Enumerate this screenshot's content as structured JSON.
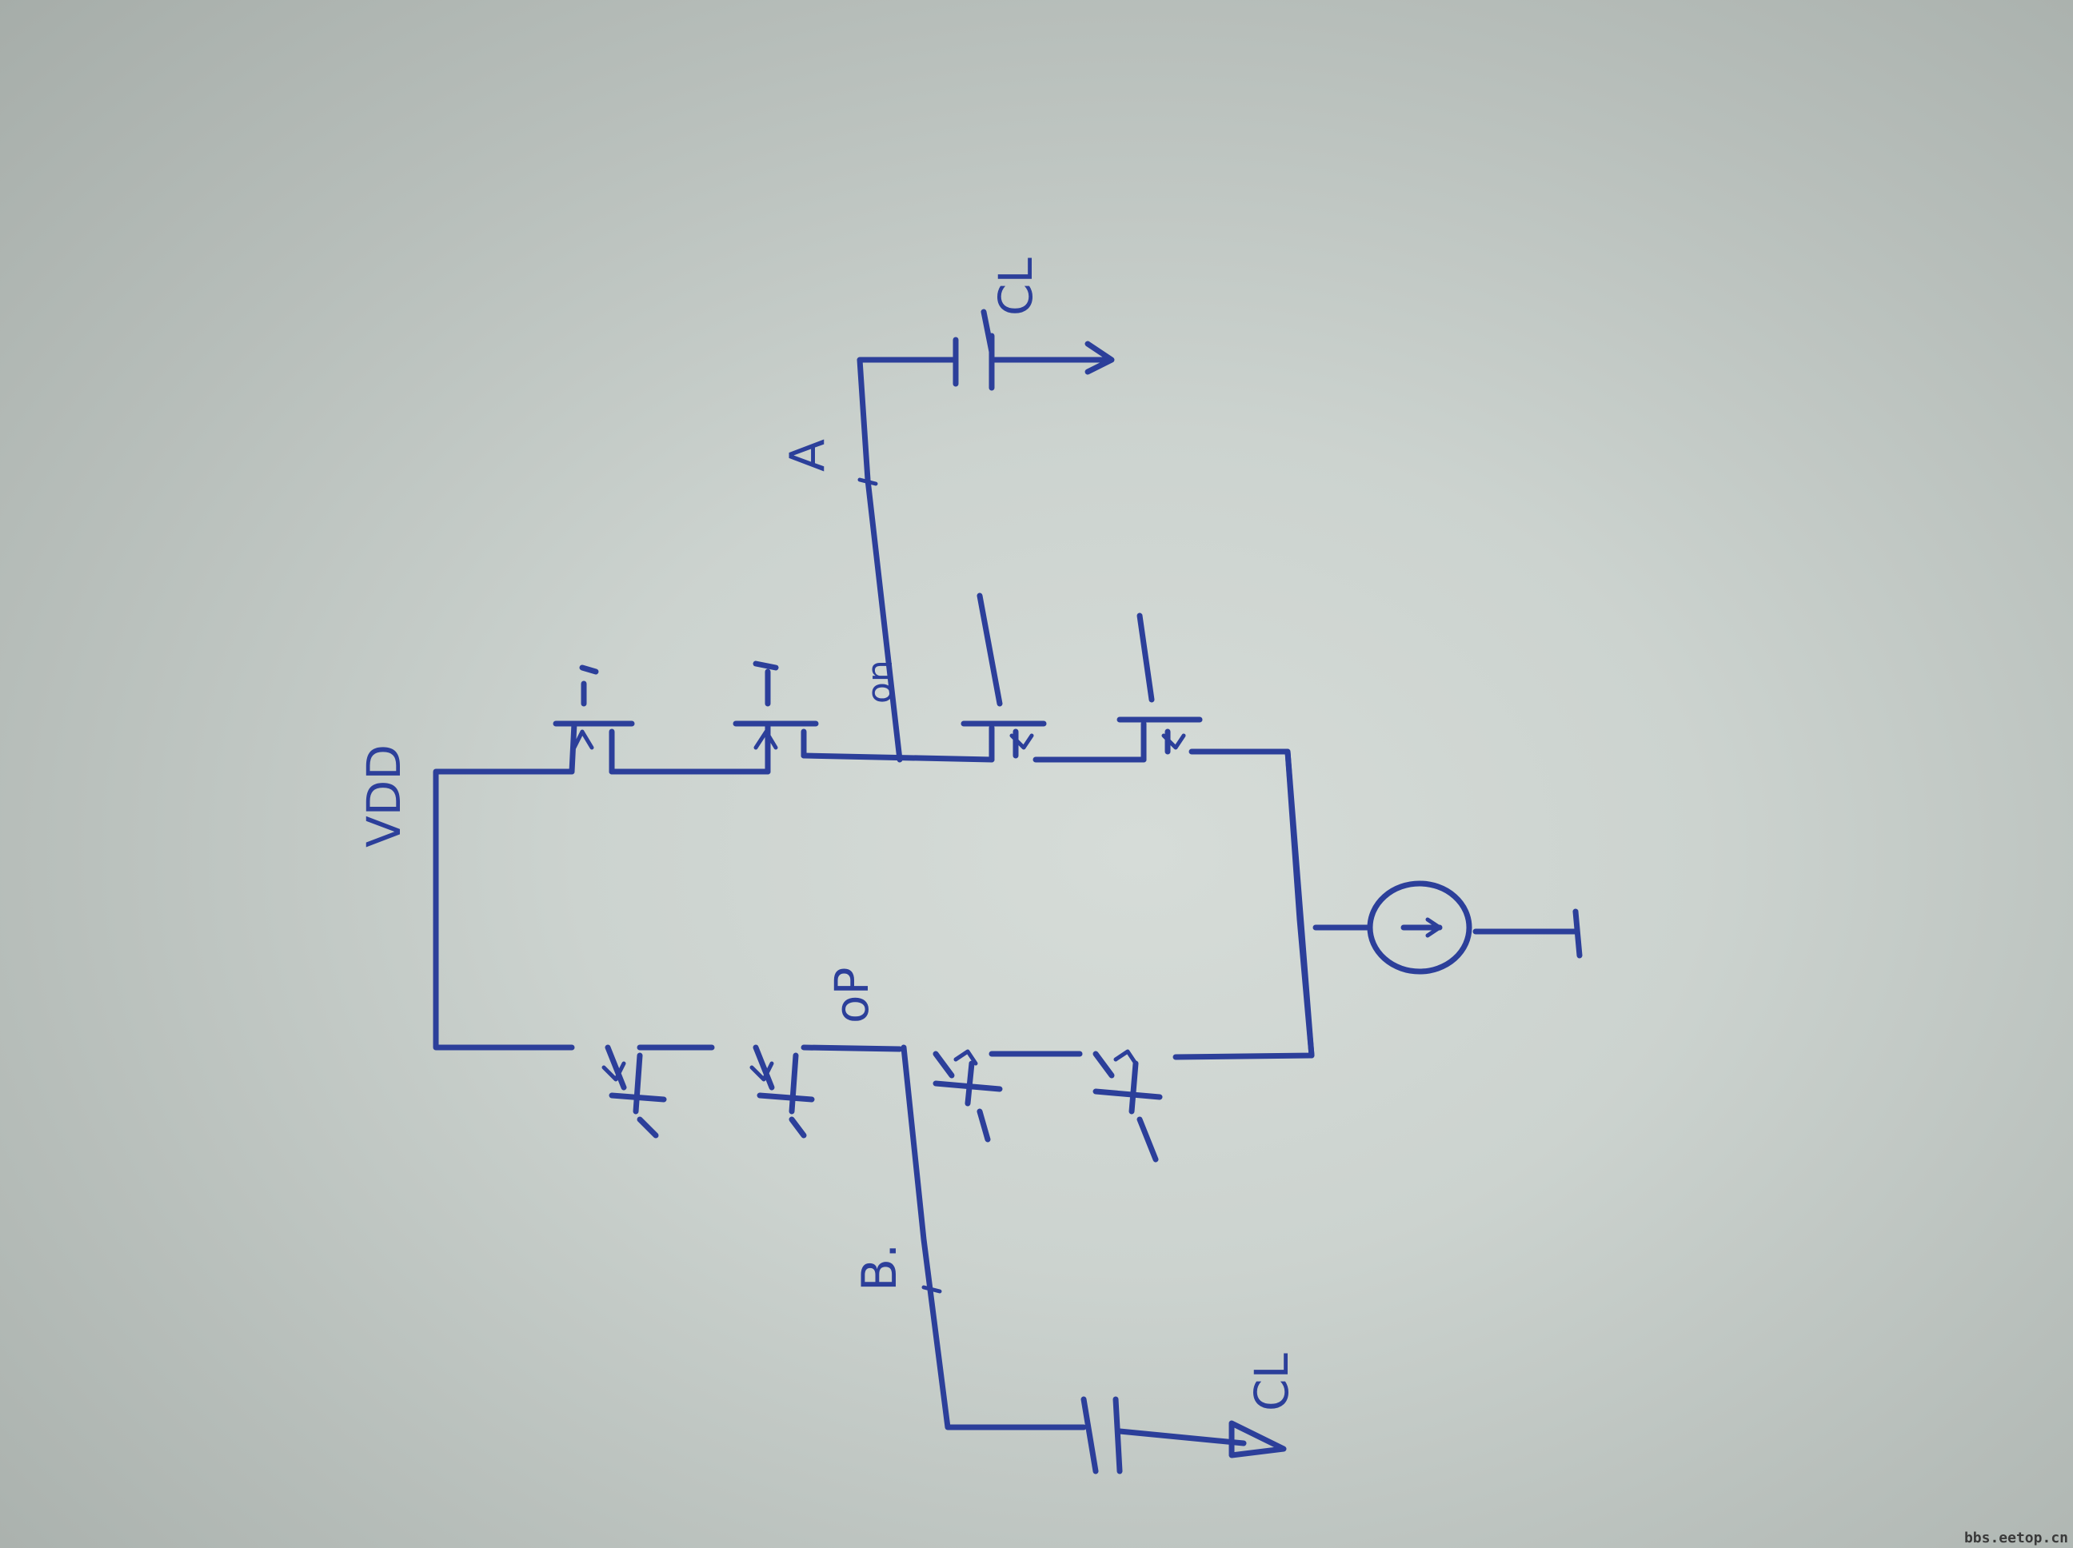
{
  "photo": {
    "paper_color": "#ccd3cf",
    "ink_color": "#2c3f9a"
  },
  "labels": {
    "vdd": "VDD",
    "node_a": "A",
    "node_b": "B.",
    "cap_top": "CL",
    "cap_bottom": "CL",
    "out_p": "oP",
    "out_n": "on",
    "current_source_tail": "I"
  },
  "watermark": "bbs.eetop.cn"
}
